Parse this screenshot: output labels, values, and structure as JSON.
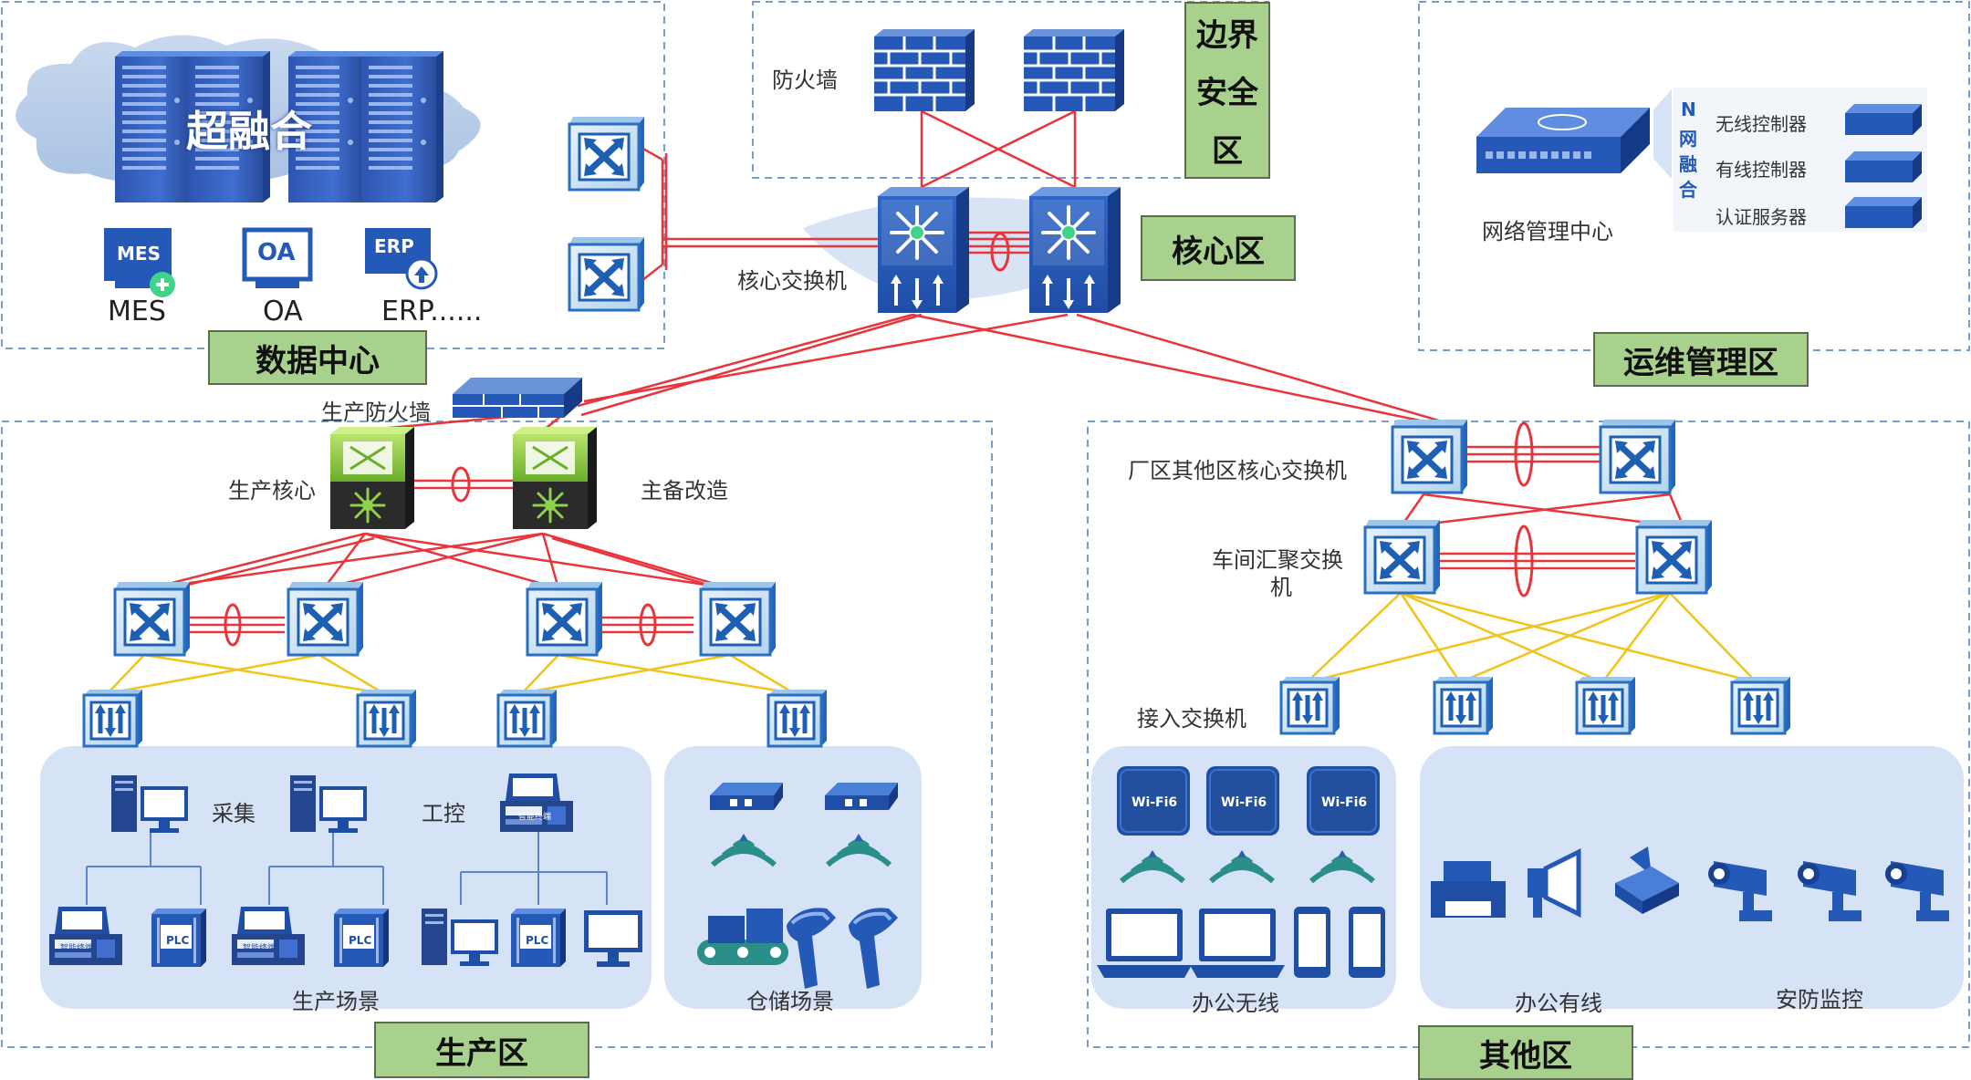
{
  "zones": {
    "datacenter": "数据中心",
    "border_chars": [
      "边界",
      "安全",
      "区"
    ],
    "core": "核心区",
    "ops": "运维管理区",
    "production": "生产区",
    "other": "其他区"
  },
  "datacenter": {
    "cloud_label": "超融合",
    "apps": [
      {
        "icon_text": "MES",
        "label": "MES"
      },
      {
        "icon_text": "OA",
        "label": "OA"
      },
      {
        "icon_text": "ERP",
        "label": "ERP......"
      }
    ]
  },
  "border": {
    "firewall_label": "防火墙"
  },
  "core": {
    "switch_label": "核心交换机"
  },
  "ops": {
    "mgmt_label": "网络管理中心",
    "fusion_chars": [
      "N",
      "网",
      "融",
      "合"
    ],
    "devices": [
      "无线控制器",
      "有线控制器",
      "认证服务器"
    ]
  },
  "production": {
    "firewall_label": "生产防火墙",
    "core_label": "生产核心",
    "redundancy_label": "主备改造",
    "collect_label": "采集",
    "control_label": "工控",
    "scene_label": "生产场景",
    "storage_label": "仓储场景",
    "plc": "PLC",
    "smart_terminal": "智能终端"
  },
  "other": {
    "core_label": "厂区其他区核心交换机",
    "agg_label_1": "车间汇聚交换",
    "agg_label_2": "机",
    "access_label": "接入交换机",
    "wifi": "Wi-Fi6",
    "wireless_label": "办公无线",
    "wired_label": "办公有线",
    "security_label": "安防监控"
  }
}
